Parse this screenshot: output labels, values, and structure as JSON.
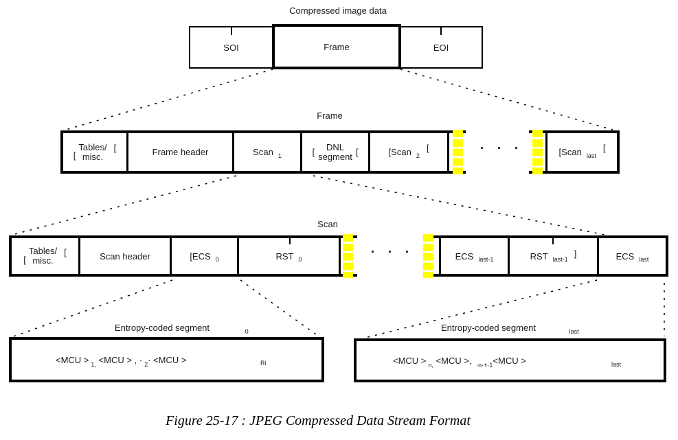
{
  "level1": {
    "label": "Compressed image data",
    "soi": "SOI",
    "frame": "Frame",
    "eoi": "EOI"
  },
  "level2": {
    "label": "Frame",
    "tables": {
      "bl": "[",
      "line1": "Tables/",
      "line2": "misc.",
      "br": "["
    },
    "frame_header": "Frame header",
    "scan1": {
      "text": "Scan",
      "sub": "1"
    },
    "dnl": {
      "bl": "[",
      "line1": "DNL",
      "line2": "segment",
      "br": "["
    },
    "scan2": {
      "bl": "[",
      "text": "Scan",
      "sub": "2",
      "br": "["
    },
    "dots": "· · ·",
    "scan_last": {
      "bl": "[",
      "text": "Scan",
      "sub": "last",
      "br": "["
    }
  },
  "level3": {
    "label": "Scan",
    "tables": {
      "bl": "[",
      "line1": "Tables/",
      "line2": "misc.",
      "br": "["
    },
    "scan_header": "Scan header",
    "ecs0": {
      "text": "[ECS",
      "sub": "0"
    },
    "rst0": {
      "text": "RST",
      "sub": "0"
    },
    "dots": "· · ·",
    "ecs_last1": {
      "text": "ECS",
      "sub": "last-1"
    },
    "rst_last1": {
      "text": "RST",
      "sub": "last-1",
      "bracket": "]"
    },
    "ecs_last": {
      "text": "ECS",
      "sub": "last"
    }
  },
  "level4_left": {
    "label": "Entropy-coded segment",
    "label_sub": "0",
    "p1": "<MCU >",
    "s1": "1,",
    "p2": " <MCU > , ·",
    "s2": "2",
    "p3": "· <MCU >",
    "tail_sub": "Ri"
  },
  "level4_right": {
    "label": "Entropy-coded segment",
    "label_sub": "last",
    "p1": "<MCU >",
    "s1": "n,",
    "p2": " <MCU >, ",
    "s2": "·n·+·1",
    "p3": "<MCU >",
    "tail_sub": "last"
  },
  "caption": "Figure 25-17 : JPEG Compressed Data Stream Format",
  "colors": {
    "highlight": "#ffff00",
    "line": "#000000"
  }
}
